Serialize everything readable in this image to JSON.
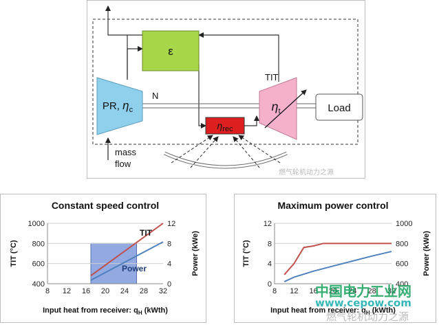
{
  "diagram": {
    "compressor_label": "PR, ",
    "compressor_eta": "η",
    "compressor_sub": "c",
    "recuperator_label": "ε",
    "shaft_label": "N",
    "turbine_eta": "η",
    "turbine_sub": "t",
    "tit_label": "TIT",
    "load_label": "Load",
    "receiver_eta": "η",
    "receiver_sub": "rec",
    "mass_flow_line1": "mass",
    "mass_flow_line2": "flow",
    "watermark": "燃气轮机动力之源",
    "colors": {
      "compressor": "#8fd0ec",
      "recuperator": "#a8d84a",
      "turbine": "#f5b0cc",
      "receiver": "#dd1f1f"
    }
  },
  "chart_data": [
    {
      "type": "line",
      "title": "Constant speed control",
      "xlabel": "Input heat from receiver: q",
      "xlabel_sub": "H",
      "xlabel_unit": " (kWth)",
      "ylabel": "TIT (°C)",
      "y2label": "Power (kWe)",
      "xlim": [
        8,
        32
      ],
      "xticks": [
        "8",
        "12",
        "16",
        "20",
        "24",
        "28",
        "32"
      ],
      "ylim": [
        400,
        1000
      ],
      "yticks": [
        "400",
        "600",
        "800",
        "1000"
      ],
      "y2lim": [
        0,
        12
      ],
      "y2ticks": [
        "0",
        "4",
        "8",
        "12"
      ],
      "highlight": {
        "x": [
          17,
          26.5
        ],
        "y": [
          400,
          800
        ]
      },
      "series": [
        {
          "name": "TIT",
          "axis": "left",
          "color": "#c0504d",
          "x": [
            17,
            32
          ],
          "y": [
            480,
            1000
          ]
        },
        {
          "name": "Power",
          "axis": "right",
          "color": "#4f81bd",
          "x": [
            17,
            32
          ],
          "y": [
            0.7,
            8.3
          ]
        }
      ]
    },
    {
      "type": "line",
      "title": "Maximum power control",
      "xlabel": "Input heat from receiver: q",
      "xlabel_sub": "H",
      "xlabel_unit": " (kWth)",
      "ylabel": "TIT (°C)",
      "y2label": "Power (kWe)",
      "xlim": [
        8,
        32
      ],
      "xticks": [
        "8",
        "12",
        "16",
        "20",
        "24",
        "28",
        "32"
      ],
      "ylim": [
        0,
        12
      ],
      "yticks": [
        "0",
        "4",
        "8",
        "12"
      ],
      "y2lim": [
        400,
        1000
      ],
      "y2ticks": [
        "400",
        "600",
        "800",
        "1000"
      ],
      "series": [
        {
          "axis": "right",
          "color": "#c0504d",
          "x": [
            10,
            12,
            14,
            16,
            18,
            20,
            24,
            28,
            32
          ],
          "y": [
            490,
            600,
            760,
            775,
            800,
            800,
            800,
            800,
            800
          ]
        },
        {
          "axis": "left",
          "color": "#4f81bd",
          "x": [
            10,
            12,
            16,
            20,
            24,
            28,
            32
          ],
          "y": [
            0.4,
            1.3,
            2.5,
            3.5,
            4.5,
            5.5,
            6.4
          ]
        }
      ]
    }
  ],
  "watermarks": {
    "brand": "中国电力工业网",
    "url": "www.cepow.com",
    "source": "燃气轮机动力之源"
  }
}
